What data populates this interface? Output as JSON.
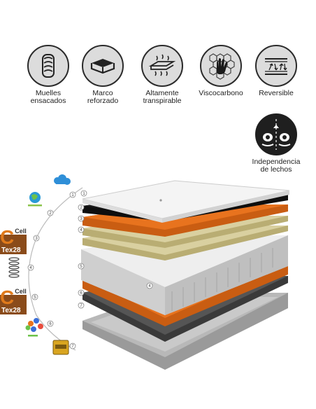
{
  "features": [
    {
      "id": "muelles",
      "label": "Muelles\nensacados",
      "icon": "pocket-spring-icon"
    },
    {
      "id": "marco",
      "label": "Marco\nreforzado",
      "icon": "reinforced-frame-icon"
    },
    {
      "id": "transpirable",
      "label": "Altamente\ntranspirable",
      "icon": "breathable-icon"
    },
    {
      "id": "visco",
      "label": "Viscocarbono",
      "icon": "visco-carbon-icon"
    },
    {
      "id": "reversible",
      "label": "Reversible",
      "icon": "reversible-icon"
    },
    {
      "id": "independencia",
      "label": "Independencia\nde lechos",
      "icon": "independent-beds-icon"
    }
  ],
  "layer_numbers": [
    "1",
    "2",
    "3",
    "4",
    "5",
    "6",
    "7"
  ],
  "certifications": {
    "celltex_top": {
      "prefix": "Cell",
      "name": "Tex28"
    },
    "celltex_bottom": {
      "prefix": "Cell",
      "name": "Tex28"
    }
  },
  "colors": {
    "orange": "#e8731e",
    "black": "#1a1a1a",
    "beige": "#d9d0a0",
    "white_cover": "#f3f3f3",
    "gray_base": "#8c8c8c"
  }
}
